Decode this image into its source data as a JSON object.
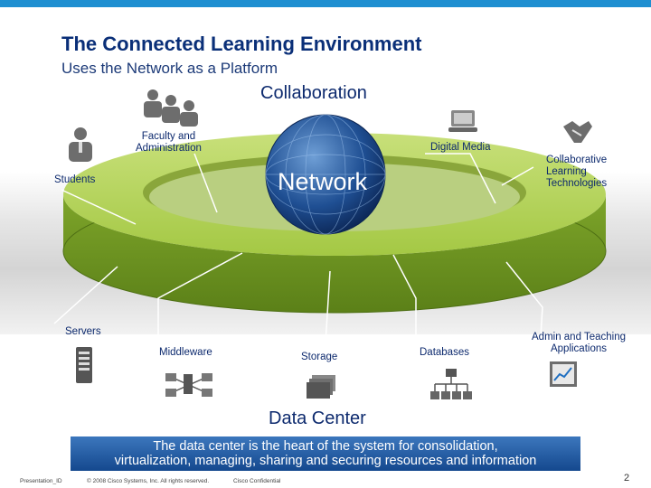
{
  "title": "The Connected Learning Environment",
  "subtitle": "Uses the Network as a Platform",
  "collaboration": "Collaboration",
  "network_label": "Network",
  "top_nodes": {
    "faculty": [
      "Faculty and",
      "Administration"
    ],
    "digital_media": "Digital Media",
    "students": "Students",
    "collab_tech": [
      "Collaborative",
      "Learning",
      "Technologies"
    ]
  },
  "bottom_nodes": {
    "servers": "Servers",
    "middleware": "Middleware",
    "storage": "Storage",
    "databases": "Databases",
    "admin_apps": [
      "Admin and Teaching",
      "Applications"
    ]
  },
  "data_center": "Data Center",
  "banner": [
    "The data center is the heart of the system for consolidation,",
    "virtualization, managing, sharing and securing resources and information"
  ],
  "footer": {
    "presentation_id": "Presentation_ID",
    "copyright": "© 2008 Cisco Systems, Inc. All rights reserved.",
    "confidential": "Cisco Confidential",
    "page": "2"
  },
  "colors": {
    "accent_blue": "#1f8fd1",
    "title_navy": "#0a2f78",
    "ring_green": "#9cc33c",
    "banner_blue": "#1e56a0"
  }
}
